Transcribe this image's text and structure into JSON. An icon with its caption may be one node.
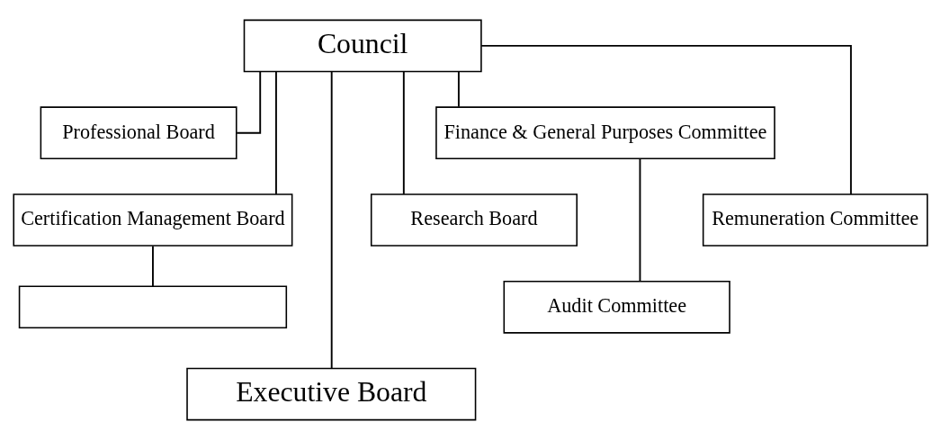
{
  "diagram": {
    "nodes": [
      {
        "text": [
          "Council"
        ]
      },
      {
        "text": [
          "Professional Board"
        ]
      },
      {
        "text": [
          "Certification Management Board"
        ]
      },
      {
        "text": [],
        "shape": "box"
      },
      {
        "text": [
          "Executive Board"
        ]
      },
      {
        "text": [
          "Research Board"
        ]
      },
      {
        "text": [
          "Finance & General Purposes Committee"
        ]
      },
      {
        "text": [
          "Remuneration Committee"
        ]
      },
      {
        "text": [
          "Audit Committee"
        ]
      }
    ],
    "edges": [
      {
        "from": 0,
        "to": 1,
        "arrow": "none"
      },
      {
        "from": 0,
        "to": 2,
        "arrow": "none"
      },
      {
        "from": 0,
        "to": 4,
        "arrow": "none"
      },
      {
        "from": 0,
        "to": 5,
        "arrow": "none"
      },
      {
        "from": 0,
        "to": 6,
        "arrow": "none"
      },
      {
        "from": 0,
        "to": 7,
        "arrow": "none"
      },
      {
        "from": 2,
        "to": 3,
        "arrow": "none"
      },
      {
        "from": 6,
        "to": 8,
        "arrow": "none"
      }
    ]
  }
}
